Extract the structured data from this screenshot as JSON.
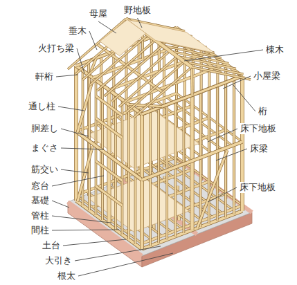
{
  "diagram": {
    "labels": [
      "母屋",
      "野地板",
      "垂木",
      "火打ち梁",
      "棟木",
      "軒桁",
      "小屋梁",
      "通し柱",
      "桁",
      "胴差し",
      "床下地板",
      "まぐさ",
      "床梁",
      "筋交い",
      "窓台",
      "床下地板",
      "基礎",
      "管柱",
      "間柱",
      "土台",
      "大引き",
      "根太"
    ]
  }
}
